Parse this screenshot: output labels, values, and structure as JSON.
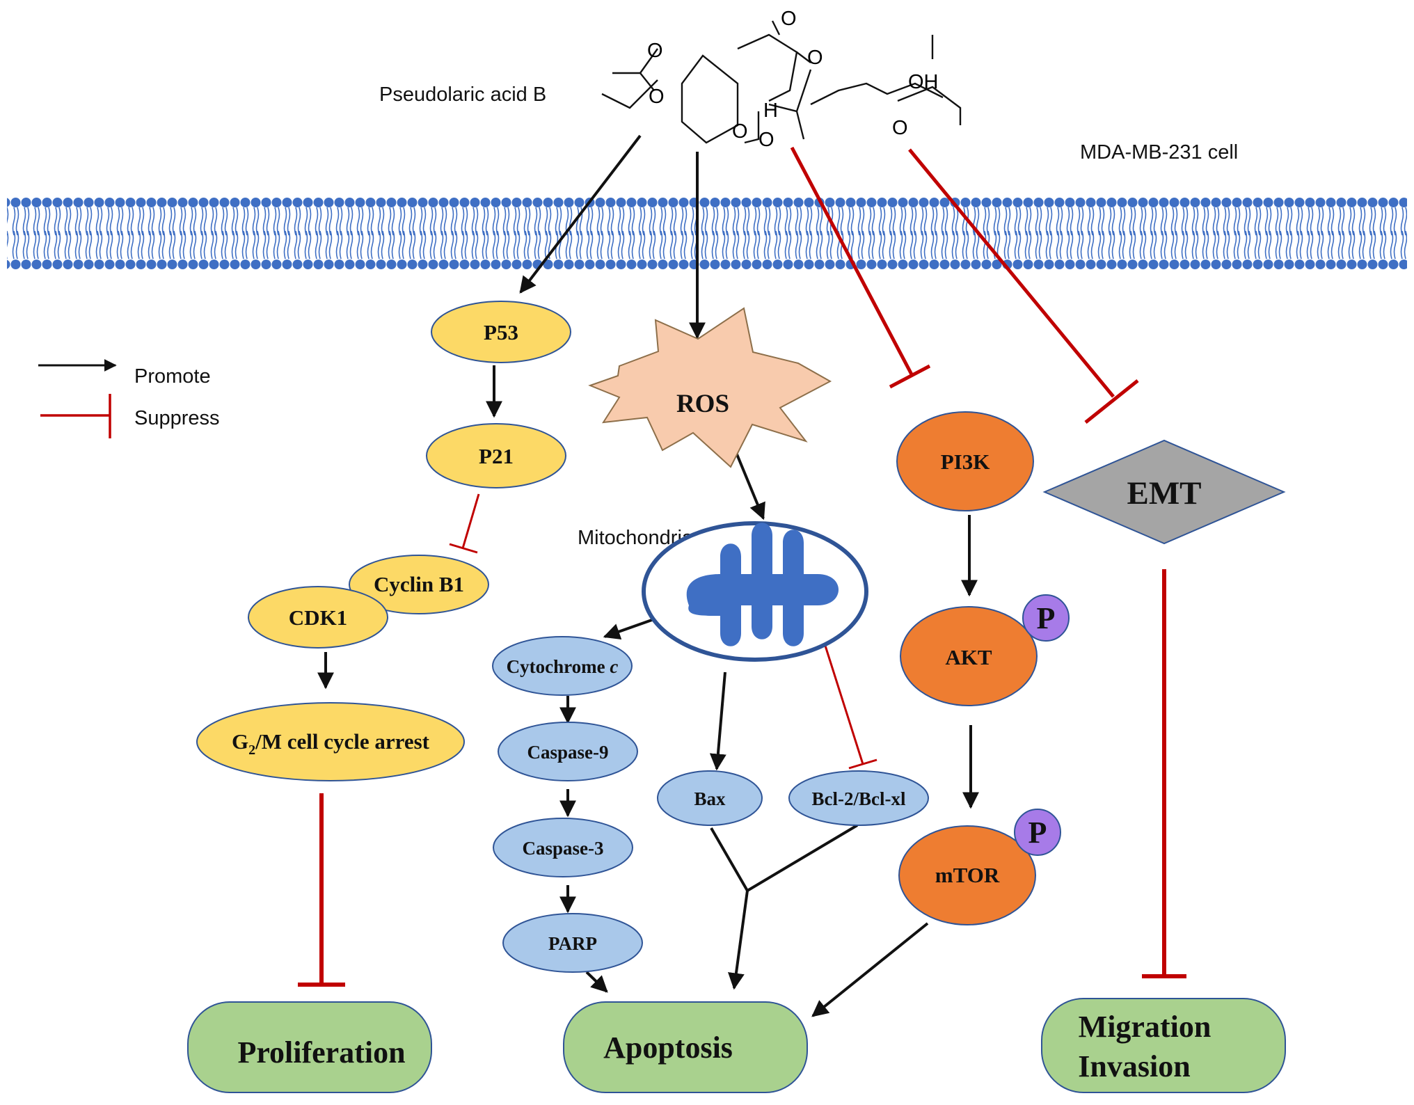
{
  "compound": {
    "name": "Pseudolaric acid B"
  },
  "cell": {
    "label": "MDA-MB-231 cell"
  },
  "legend": {
    "promote": "Promote",
    "suppress": "Suppress"
  },
  "nodes": {
    "p53": "P53",
    "p21": "P21",
    "cyclin_b1": "Cyclin B1",
    "cdk1": "CDK1",
    "g2m_base": "G",
    "g2m_sub": "2",
    "g2m_rest": "/M cell cycle arrest",
    "ros": "ROS",
    "mitochondria": "Mitochondria",
    "cytochrome_c_base": "Cytochrome ",
    "cytochrome_c_italic": "c",
    "caspase9": "Caspase-9",
    "caspase3": "Caspase-3",
    "parp": "PARP",
    "bax": "Bax",
    "bcl2": "Bcl-2/Bcl-xl",
    "pi3k": "PI3K",
    "akt": "AKT",
    "mtor": "mTOR",
    "phospho": "P",
    "emt": "EMT"
  },
  "outcomes": {
    "proliferation": "Proliferation",
    "apoptosis": "Apoptosis",
    "migration": "Migration",
    "invasion": "Invasion"
  },
  "structure_labels": {
    "o": "O",
    "oh": "OH",
    "h": "H"
  },
  "colors": {
    "yellow": "#fcd966",
    "blue": "#a9c8ea",
    "orange": "#ee7d31",
    "green": "#a9d18e",
    "purple": "#a77be8",
    "ros": "#f8cbad",
    "emt": "#a5a5a5",
    "membrane": "#3f6fc4",
    "suppress": "#c00000",
    "outline": "#2f5496"
  }
}
